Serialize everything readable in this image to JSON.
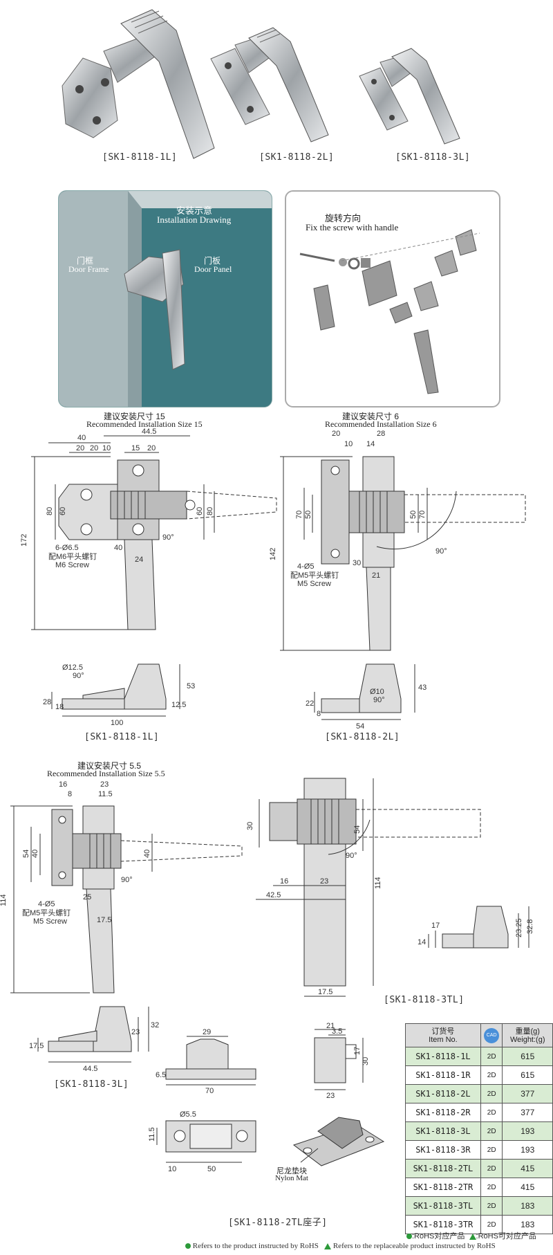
{
  "products": {
    "p1": "[SK1-8118-1L]",
    "p2": "[SK1-8118-2L]",
    "p3": "[SK1-8118-3L]"
  },
  "install": {
    "title_cn": "安装示意",
    "title_en": "Installation Drawing",
    "frame_cn": "门框",
    "frame_en": "Door Frame",
    "panel_cn": "门板",
    "panel_en": "Door Panel"
  },
  "rotate": {
    "cn": "旋转方向",
    "en": "Fix the screw with handle"
  },
  "d1": {
    "rec_cn": "建议安装尺寸 15",
    "rec_en": "Recommended Installation Size 15",
    "dims_top": [
      "40",
      "44.5",
      "20",
      "20",
      "10",
      "15",
      "20"
    ],
    "dim_left_outer": "172",
    "dim_left_a": "80",
    "dim_left_b": "60",
    "dim_right_a": "60",
    "dim_right_b": "80",
    "dim_40": "40",
    "dim_24": "24",
    "angle": "90°",
    "holes": "6-Ø6.5",
    "screw_cn": "配M6平头螺钉",
    "screw_en": "M6 Screw",
    "caption": "[SK1-8118-1L]",
    "side": [
      "Ø12.5",
      "90°",
      "28",
      "18",
      "100",
      "53",
      "12.5"
    ]
  },
  "d2": {
    "rec_cn": "建议安装尺寸 6",
    "rec_en": "Recommended Installation Size 6",
    "dims_top": [
      "20",
      "28",
      "10",
      "14"
    ],
    "dim_left_outer": "142",
    "dim_left_a": "70",
    "dim_left_b": "50",
    "dim_right_a": "50",
    "dim_right_b": "70",
    "dim_30": "30",
    "dim_21": "21",
    "angle": "90°",
    "holes": "4-Ø5",
    "screw_cn": "配M5平头螺钉",
    "screw_en": "M5 Screw",
    "caption": "[SK1-8118-2L]",
    "side": [
      "Ø10",
      "90°",
      "22",
      "8",
      "54",
      "43"
    ]
  },
  "d3": {
    "rec_cn": "建议安装尺寸 5.5",
    "rec_en": "Recommended Installation Size 5.5",
    "dims_top": [
      "16",
      "23",
      "8",
      "11.5"
    ],
    "dim_left_outer": "114",
    "dim_left_a": "54",
    "dim_left_b": "40",
    "dim_right": "40",
    "dim_25": "25",
    "dim_175": "17.5",
    "angle": "90°",
    "holes": "4-Ø5",
    "screw_cn": "配M5平头螺钉",
    "screw_en": "M5 Screw",
    "side": [
      "17.5",
      "44.5",
      "23",
      "32"
    ],
    "caption": "[SK1-8118-3L]"
  },
  "d4": {
    "dims": [
      "30",
      "54",
      "114",
      "16",
      "23",
      "42.5",
      "17.5",
      "90°"
    ],
    "caption": "[SK1-8118-3TL]",
    "side": [
      "14",
      "17",
      "23.25",
      "32.8"
    ]
  },
  "d5": {
    "dims": [
      "29",
      "6.5",
      "70",
      "21",
      "3.5",
      "17",
      "30",
      "23",
      "Ø5.5",
      "11.5",
      "10",
      "50"
    ],
    "mat_cn": "尼龙垫块",
    "mat_en": "Nylon Mat",
    "caption": "[SK1-8118-2TL座子]"
  },
  "table": {
    "h_item_cn": "订货号",
    "h_item_en": "Item No.",
    "h_cad": "CAD",
    "h_w_cn": "重量(g)",
    "h_w_en": "Weight:(g)",
    "rows": [
      {
        "item": "SK1-8118-1L",
        "cad": "2D",
        "w": "615"
      },
      {
        "item": "SK1-8118-1R",
        "cad": "2D",
        "w": "615"
      },
      {
        "item": "SK1-8118-2L",
        "cad": "2D",
        "w": "377"
      },
      {
        "item": "SK1-8118-2R",
        "cad": "2D",
        "w": "377"
      },
      {
        "item": "SK1-8118-3L",
        "cad": "2D",
        "w": "193"
      },
      {
        "item": "SK1-8118-3R",
        "cad": "2D",
        "w": "193"
      },
      {
        "item": "SK1-8118-2TL",
        "cad": "2D",
        "w": "415"
      },
      {
        "item": "SK1-8118-2TR",
        "cad": "2D",
        "w": "415"
      },
      {
        "item": "SK1-8118-3TL",
        "cad": "2D",
        "w": "183"
      },
      {
        "item": "SK1-8118-3TR",
        "cad": "2D",
        "w": "183"
      }
    ]
  },
  "legend": {
    "l1_cn": ":RoHS对应产品",
    "l2_cn": ":RoHS可对应产品",
    "l1_en": "Refers to the product instructed by RoHS",
    "l2_en": "Refers to the replaceable product instructed by RoHS"
  },
  "colors": {
    "green_row": "#d9ecd3",
    "teal": "#2d5f66",
    "metal": "#b9bdc0"
  }
}
